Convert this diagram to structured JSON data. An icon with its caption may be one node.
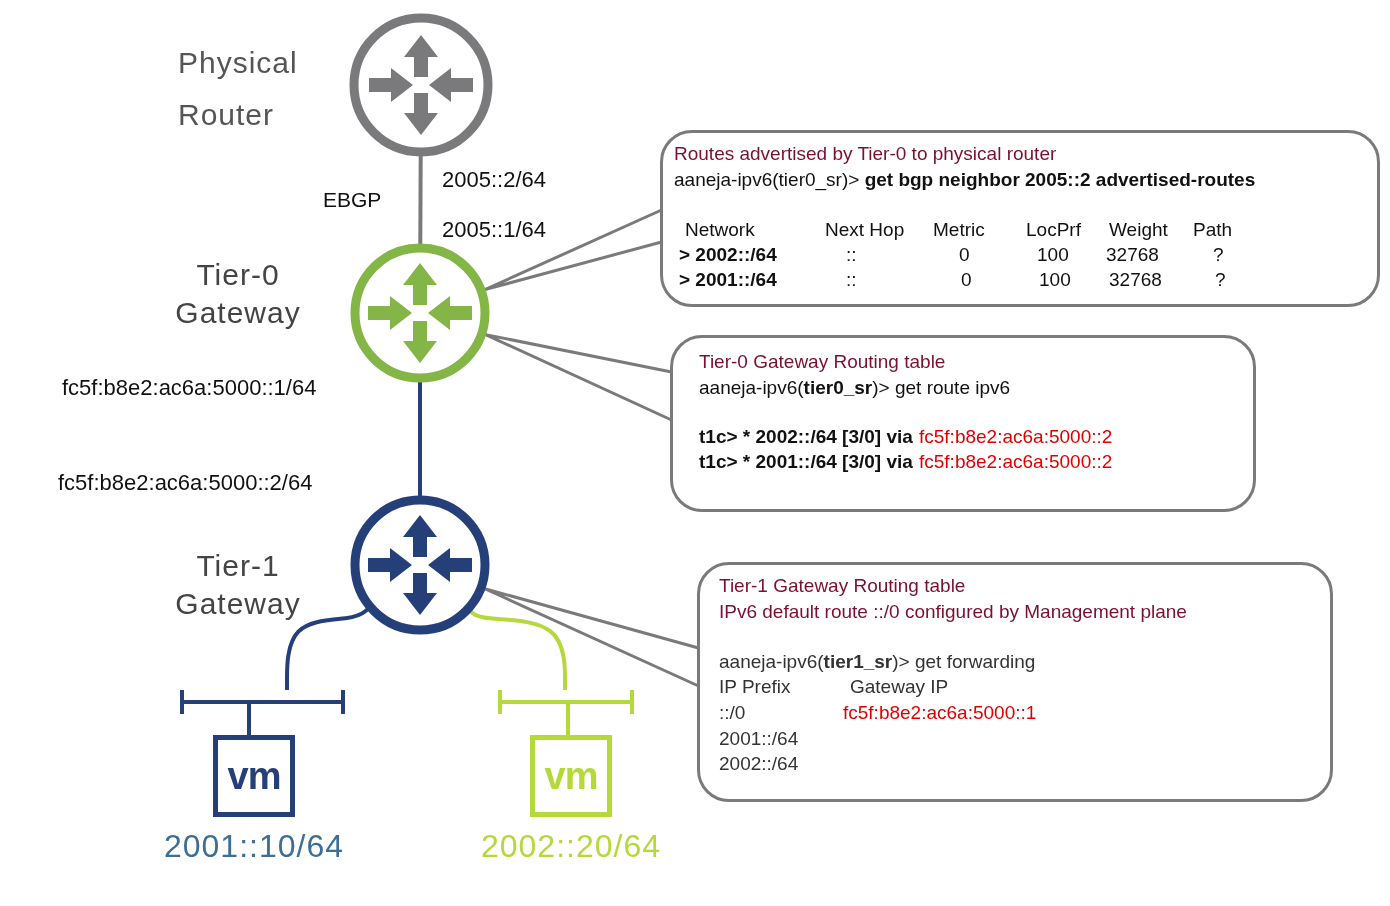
{
  "diagram": {
    "nodes": [
      {
        "text": [],
        "shape": "circle",
        "beside": [
          "Physical Router",
          "2005::2/64"
        ]
      },
      {
        "text": [],
        "shape": "circle",
        "beside": [
          "Tier-0 Gateway",
          "2005::1/64",
          "fc5f:b8e2:ac6a:5000::1/64"
        ]
      },
      {
        "text": [],
        "shape": "circle",
        "beside": [
          "Tier-1 Gateway",
          "fc5f:b8e2:ac6a:5000::2/64"
        ]
      },
      {
        "text": [],
        "shape": "bar"
      },
      {
        "text": [],
        "shape": "bar"
      },
      {
        "text": [
          "vm"
        ],
        "beside": [
          "2001::10/64"
        ]
      },
      {
        "text": [
          "vm"
        ],
        "beside": [
          "2002::20/64"
        ]
      },
      {
        "text": [
          "Routes advertised by Tier-0 to physical router",
          "aaneja-ipv6(tier0_sr)> **get bgp neighbor 2005::2 advertised-routes**",
          "Network",
          "Next Hop",
          "Metric",
          "LocPrf",
          "Weight",
          "Path",
          "> 2002::/64",
          "::",
          "0",
          "100",
          "32768",
          "?",
          "> 2001::/64",
          "::",
          "0",
          "100",
          "32768",
          "?"
        ]
      },
      {
        "text": [
          "Tier-0 Gateway Routing table",
          "aaneja-ipv6(**tier0_sr**)> get route ipv6",
          "t1c> * 2002::/64 [3/0] via",
          "fc5f:b8e2:ac6a:5000::2",
          "t1c> * 2001::/64 [3/0] via",
          "fc5f:b8e2:ac6a:5000::2"
        ]
      },
      {
        "text": [
          "Tier-1 Gateway Routing table",
          "IPv6 default route ::/0 configured by Management plane",
          "aaneja-ipv6(**tier1_sr**)> get forwarding",
          "IP Prefix",
          "Gateway IP",
          "::/0",
          "fc5f:b8e2:ac6a:5000::1",
          "2001::/64",
          "2002::/64"
        ]
      }
    ],
    "edges": [
      {
        "from": 0,
        "to": 1,
        "arrow": "none",
        "label": "EBGP",
        "color": "#7a7a7c"
      },
      {
        "from": 1,
        "to": 2,
        "arrow": "none",
        "color": "#253f78"
      },
      {
        "from": 2,
        "to": 3,
        "arrow": "none",
        "color": "#253f78"
      },
      {
        "from": 2,
        "to": 4,
        "arrow": "none",
        "color": "#b5d93a"
      },
      {
        "from": 3,
        "to": 5,
        "arrow": "none",
        "color": "#253f78"
      },
      {
        "from": 4,
        "to": 6,
        "arrow": "none",
        "color": "#b5d93a"
      },
      {
        "from": 7,
        "to": 1,
        "arrow": "none",
        "color": "#7a7a7c"
      },
      {
        "from": 8,
        "to": 1,
        "arrow": "none",
        "color": "#7a7a7c"
      },
      {
        "from": 9,
        "to": 2,
        "arrow": "none",
        "color": "#7a7a7c"
      }
    ]
  }
}
